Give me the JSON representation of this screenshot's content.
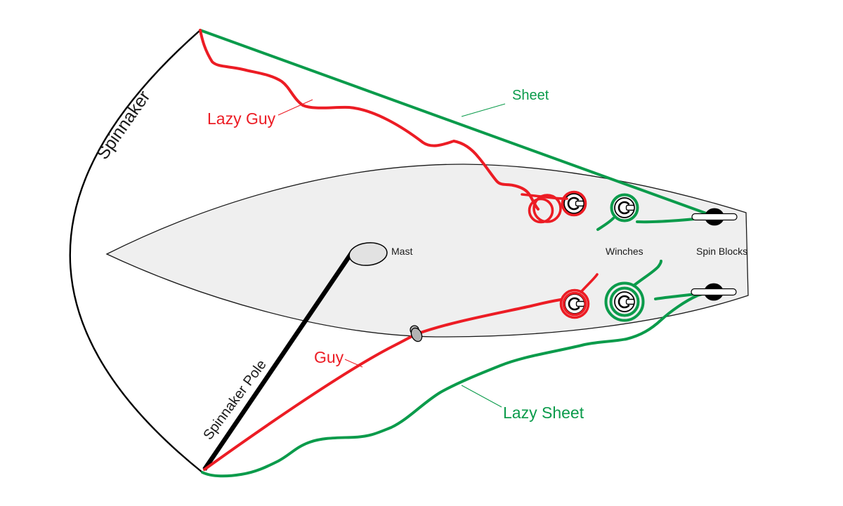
{
  "diagram": {
    "type": "sailing-spinnaker-rigging-diagram",
    "labels": {
      "spinnaker": "Spinnaker",
      "sheet": "Sheet",
      "lazy_guy": "Lazy Guy",
      "guy": "Guy",
      "lazy_sheet": "Lazy Sheet",
      "spinnaker_pole": "Spinnaker Pole",
      "mast": "Mast",
      "winches": "Winches",
      "spin_blocks": "Spin Blocks"
    },
    "colors": {
      "sheet_green": "#0b9b4b",
      "guy_red": "#ec1c24",
      "line_black": "#000000",
      "label_black": "#1a1a1a",
      "hull_fill": "#efefef",
      "hull_stroke": "#1a1a1a",
      "mast_fill": "#e2e2e2",
      "fitting_fill": "#b3b3b3",
      "block_black": "#000000",
      "background": "#ffffff"
    }
  }
}
